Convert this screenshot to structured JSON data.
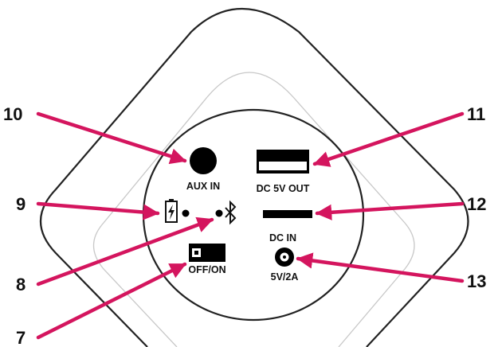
{
  "diagram": {
    "callouts": [
      {
        "number": "10",
        "target": "aux-in-jack"
      },
      {
        "number": "11",
        "target": "usb-out-port"
      },
      {
        "number": "9",
        "target": "charge-indicator"
      },
      {
        "number": "12",
        "target": "slot"
      },
      {
        "number": "8",
        "target": "bluetooth-indicator"
      },
      {
        "number": "13",
        "target": "dc-in-jack"
      },
      {
        "number": "7",
        "target": "power-switch"
      }
    ],
    "labels": {
      "aux_in": "AUX IN",
      "dc_out": "DC 5V OUT",
      "dc_in": "DC IN",
      "dc_in_spec": "5V/2A",
      "power": "OFF/ON"
    },
    "colors": {
      "arrow": "#d4155e",
      "outline": "#222222",
      "inner_outline": "#c8c8c8",
      "port": "#000000"
    },
    "icons": [
      "battery-charging-icon",
      "bluetooth-icon"
    ]
  }
}
